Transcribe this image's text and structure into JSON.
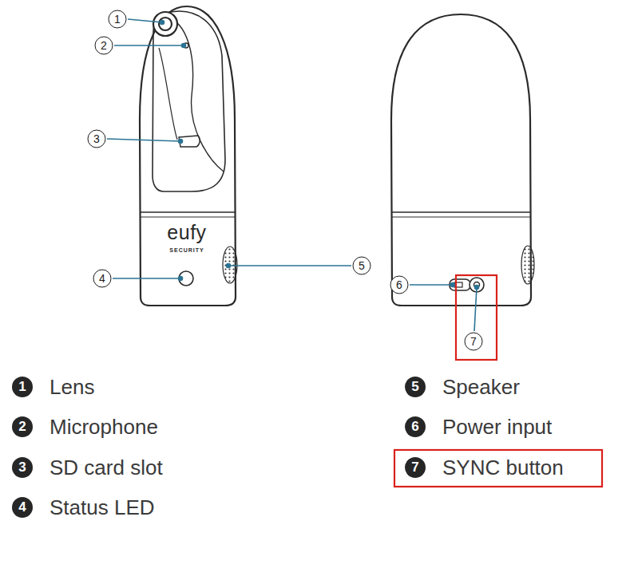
{
  "diagram": {
    "labels": [
      "1",
      "2",
      "3",
      "4",
      "5",
      "6",
      "7",
      "eufy",
      "SECURITY",
      "1",
      "Lens",
      "2",
      "Microphone",
      "3",
      "SD card slot",
      "4",
      "Status LED",
      "5",
      "Speaker",
      "6",
      "Power input",
      "7",
      "SYNC button"
    ]
  }
}
